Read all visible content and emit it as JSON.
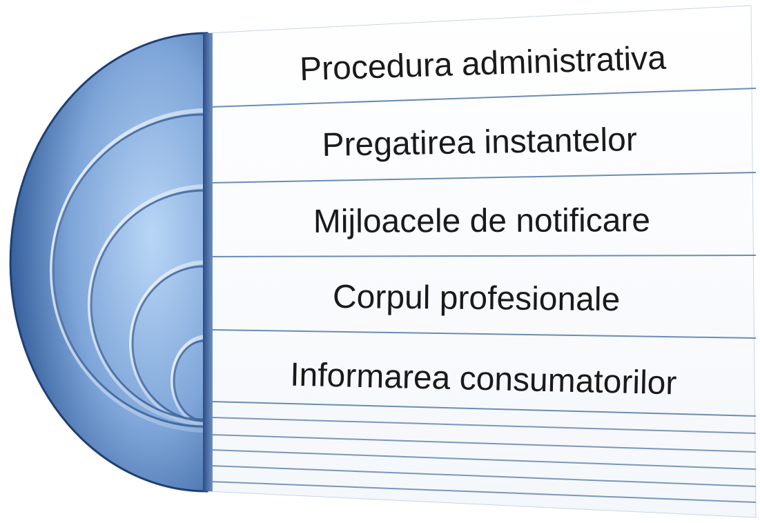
{
  "diagram": {
    "items": [
      {
        "label": "Procedura administrativa"
      },
      {
        "label": "Pregatirea instantelor"
      },
      {
        "label": "Mijloacele de notificare"
      },
      {
        "label": "Corpul profesionale"
      },
      {
        "label": "Informarea consumatorilor"
      }
    ],
    "colors": {
      "semicircle_outer": "#3f6ba8",
      "semicircle_inner": "#a9cbf2",
      "edge_dark": "#1f3f73",
      "row_line": "#5a7fa8",
      "text": "#1a1a1a"
    }
  }
}
